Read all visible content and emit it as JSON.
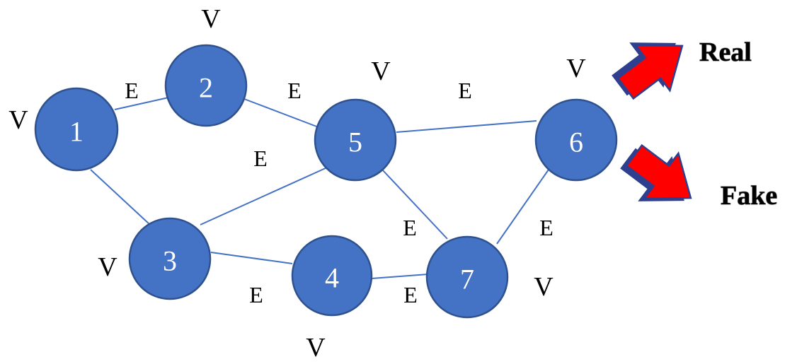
{
  "graph": {
    "nodes": [
      {
        "id": "1",
        "label": "1"
      },
      {
        "id": "2",
        "label": "2"
      },
      {
        "id": "3",
        "label": "3"
      },
      {
        "id": "4",
        "label": "4"
      },
      {
        "id": "5",
        "label": "5"
      },
      {
        "id": "6",
        "label": "6"
      },
      {
        "id": "7",
        "label": "7"
      }
    ],
    "edges": [
      {
        "from": "1",
        "to": "2"
      },
      {
        "from": "1",
        "to": "3"
      },
      {
        "from": "2",
        "to": "5"
      },
      {
        "from": "3",
        "to": "5"
      },
      {
        "from": "3",
        "to": "4"
      },
      {
        "from": "4",
        "to": "7"
      },
      {
        "from": "5",
        "to": "6"
      },
      {
        "from": "5",
        "to": "7"
      },
      {
        "from": "6",
        "to": "7"
      }
    ],
    "vertex_annotation": "V",
    "edge_annotation": "E"
  },
  "outputs": {
    "real_label": "Real",
    "fake_label": "Fake"
  },
  "colors": {
    "node_fill": "#4472c4",
    "node_stroke": "#2f528f",
    "edge": "#4472c4",
    "arrow_fill": "#ff0000",
    "arrow_stroke": "#2f3f8f"
  }
}
